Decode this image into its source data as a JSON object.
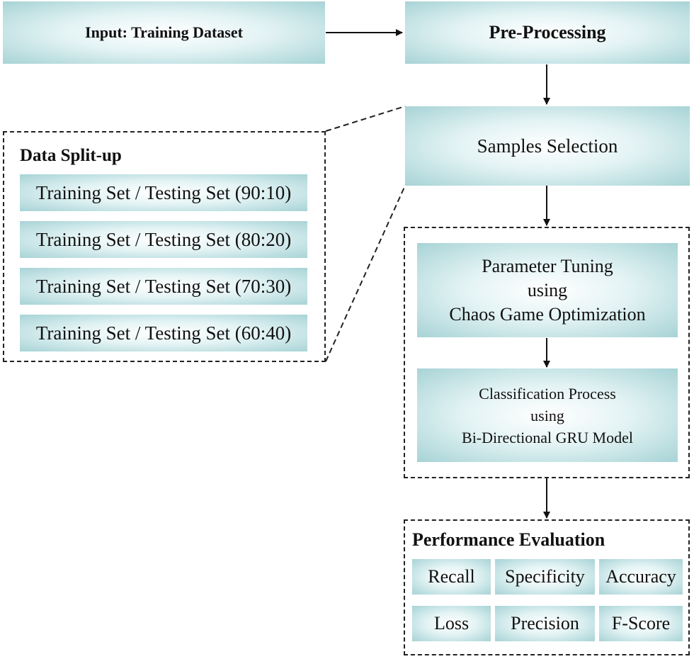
{
  "input": {
    "label": "Input: Training Dataset"
  },
  "preprocessing": {
    "label": "Pre-Processing"
  },
  "samples": {
    "label": "Samples Selection"
  },
  "data_split": {
    "title": "Data Split-up",
    "items": [
      "Training Set / Testing Set (90:10)",
      "Training Set / Testing Set (80:20)",
      "Training Set / Testing Set (70:30)",
      "Training Set / Testing Set (60:40)"
    ]
  },
  "tuning": {
    "label": "Parameter Tuning\nusing\nChaos Game Optimization"
  },
  "classification": {
    "label": "Classification Process\nusing\nBi-Directional GRU Model"
  },
  "evaluation": {
    "title": "Performance Evaluation",
    "metrics": [
      "Recall",
      "Specificity",
      "Accuracy",
      "Loss",
      "Precision",
      "F-Score"
    ]
  },
  "colors": {
    "box_edge": "#a7d3d6",
    "box_center": "#ffffff",
    "line": "#111111"
  }
}
